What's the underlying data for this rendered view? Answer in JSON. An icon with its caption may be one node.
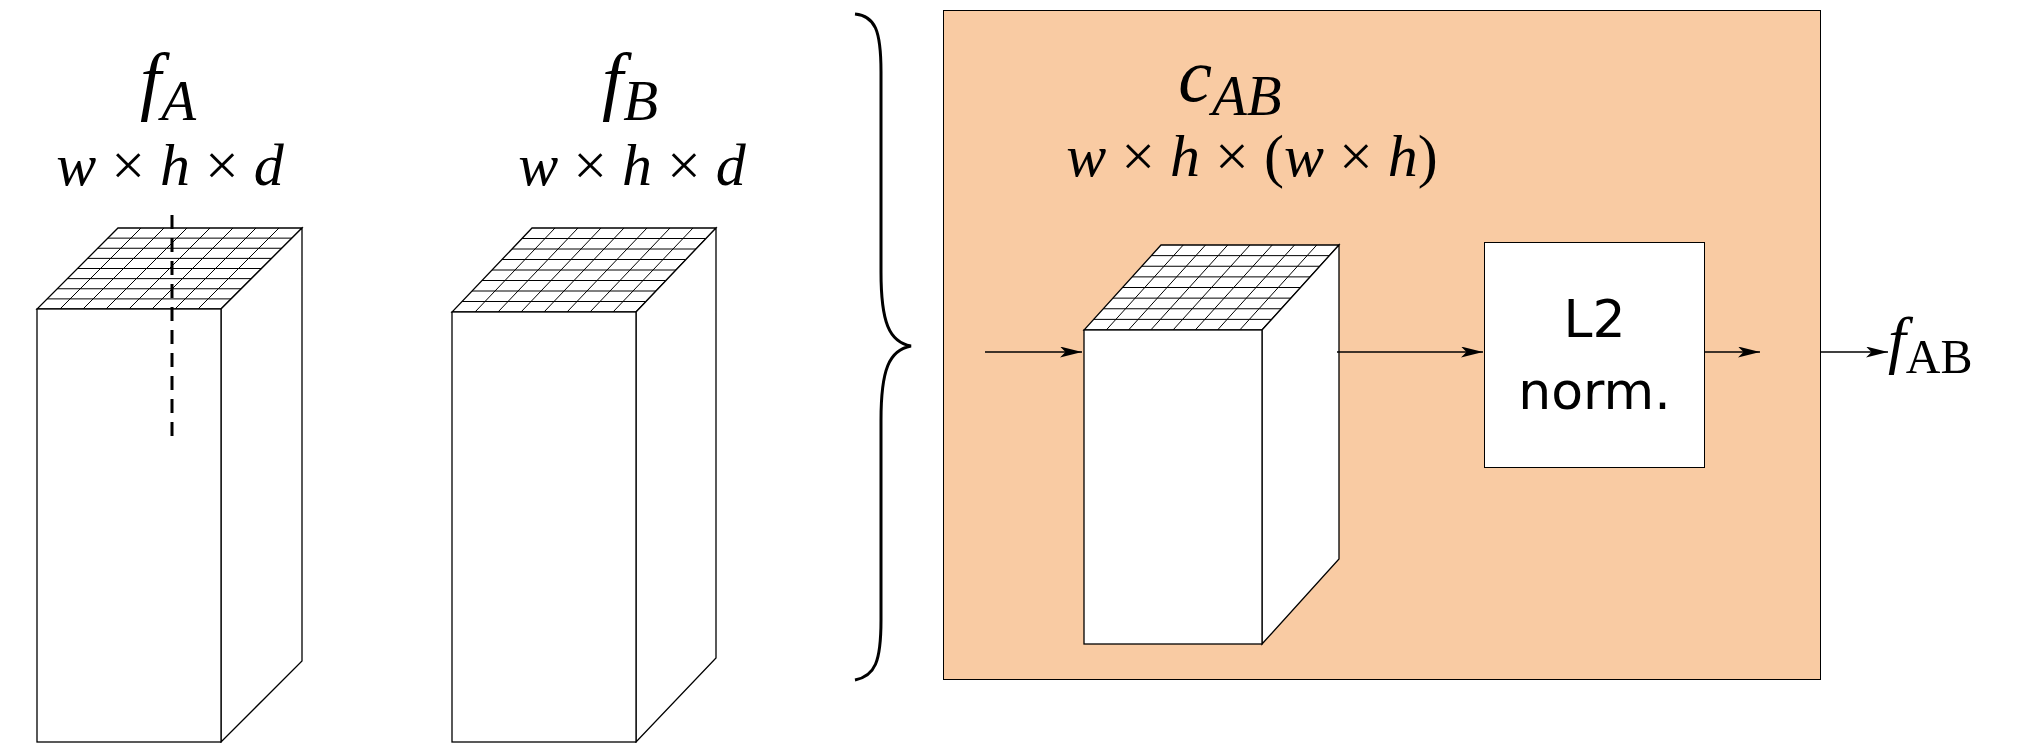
{
  "diagram": {
    "nodes": [
      {
        "text": [
          "f$_{A}$",
          "*w* × *h* × *d*"
        ]
      },
      {
        "text": [
          "f$_{B}$",
          "*w* × *h* × *d*"
        ]
      },
      {
        "text": [
          "c$_{AB}$",
          "*w* × *h* × (*w* × *h*)"
        ]
      },
      {
        "text": [],
        "shape": "box",
        "in": 2
      },
      {
        "text": [
          "L2 norm."
        ],
        "in": 2
      },
      {
        "text": [
          "*f*$_{AB}$"
        ]
      }
    ],
    "edges": [
      {
        "from": null,
        "to": 3,
        "arrow": "to"
      },
      {
        "from": 3,
        "to": 4,
        "arrow": "to"
      },
      {
        "from": 4,
        "to": null,
        "arrow": "to"
      },
      {
        "from": 2,
        "to": 5,
        "arrow": "to"
      }
    ]
  }
}
